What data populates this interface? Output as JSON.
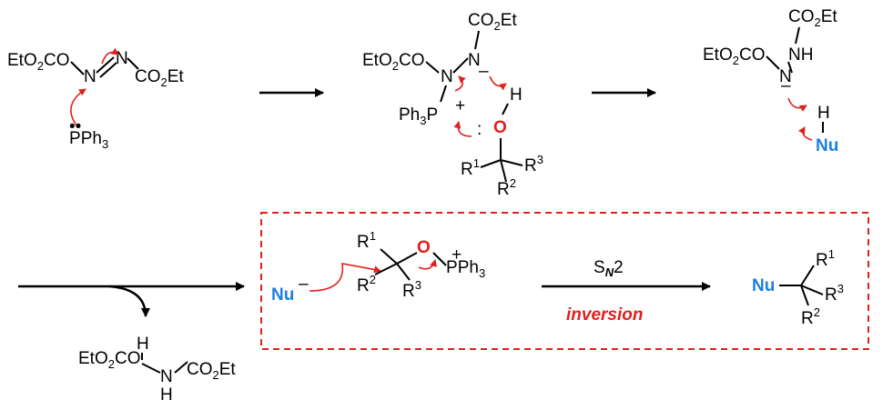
{
  "reagents": {
    "ester": "EtO",
    "co2et": "CO",
    "sub2": "2",
    "sub3": "3",
    "et": "Et",
    "N": "N",
    "H": "H",
    "O": "O",
    "P": "P",
    "Ph3": "Ph",
    "plus": "+",
    "minus": "–",
    "colon": ":",
    "lonepair": "••"
  },
  "substituents": {
    "R": "R",
    "r1": "1",
    "r2": "2",
    "r3": "3",
    "Nu": "Nu"
  },
  "mechanism": {
    "sn2_label": "S",
    "sn2_sub": "N",
    "sn2_num": "2",
    "inversion": "inversion"
  },
  "colors": {
    "curly_arrow": "#e0201c",
    "nucleophile": "#1e7fe0",
    "box_border": "#e0201c"
  }
}
